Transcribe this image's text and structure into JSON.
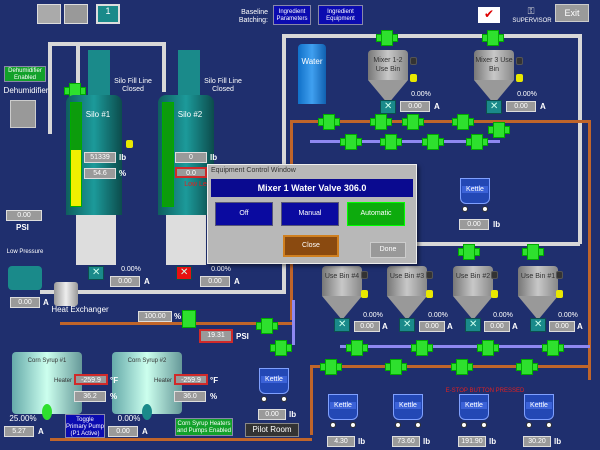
{
  "toolbar": {
    "icons": [
      "machine-icon",
      "plc-icon",
      "mixer-1-icon"
    ],
    "baseline_label": "Baseline Batching:",
    "ingredient_parameters": "Ingredient Parameters",
    "ingredient_equipment": "Ingredient Equipment",
    "supervisor": "SUPERVISOR",
    "exit": "Exit"
  },
  "dehumidifier": {
    "status": "Dehumidifier Enabled",
    "label": "Dehumidifier",
    "psi_value": "0.00",
    "psi_unit": "PSI",
    "low_pressure": "Low Pressure",
    "amps": "0.00",
    "amps_unit": "A"
  },
  "silos": [
    {
      "name": "Silo #1",
      "fill_status": "Silo Fill Line Closed",
      "weight": "51339",
      "weight_unit": "lb",
      "percent": "54.6",
      "percent_unit": "%",
      "level": 0.546,
      "motor_pct": "0.00%",
      "amps": "0.00",
      "amps_unit": "A"
    },
    {
      "name": "Silo #2",
      "fill_status": "Silo Fill Line Closed",
      "weight": "0",
      "weight_unit": "lb",
      "percent": "0.0",
      "percent_unit": "%",
      "level": 0.0,
      "alarm": "Low Level",
      "motor_pct": "0.00%",
      "amps": "0.00",
      "amps_unit": "A"
    }
  ],
  "heat_exchanger": {
    "label": "Heat Exchanger",
    "valve_pct": "100.00",
    "valve_unit": "%",
    "psi": "19.31",
    "psi_unit": "PSI"
  },
  "water": {
    "label": "Water"
  },
  "mixer_bins": [
    {
      "name": "Mixer 1-2 Use Bin",
      "pct": "0.00%",
      "amps": "0.00",
      "unit": "A"
    },
    {
      "name": "Mixer 3 Use Bin",
      "pct": "0.00%",
      "amps": "0.00",
      "unit": "A"
    }
  ],
  "use_bins": [
    {
      "name": "Use Bin #4",
      "pct": "0.00%",
      "amps": "0.00",
      "unit": "A"
    },
    {
      "name": "Use Bin #3",
      "pct": "0.00%",
      "amps": "0.00",
      "unit": "A"
    },
    {
      "name": "Use Bin #2",
      "pct": "0.00%",
      "amps": "0.00",
      "unit": "A"
    },
    {
      "name": "Use Bin #1",
      "pct": "0.00%",
      "amps": "0.00",
      "unit": "A"
    }
  ],
  "kettles": [
    {
      "label": "Kettle",
      "weight": "0.00",
      "unit": "lb"
    },
    {
      "label": "Kettle",
      "weight": "0.00",
      "unit": "lb"
    },
    {
      "label": "Kettle",
      "weight": "4.30",
      "unit": "lb"
    },
    {
      "label": "Kettle",
      "weight": "73.60",
      "unit": "lb"
    },
    {
      "label": "Kettle",
      "weight": "191.90",
      "unit": "lb"
    },
    {
      "label": "Kettle",
      "weight": "30.20",
      "unit": "lb"
    }
  ],
  "estop": "E-STOP BUTTON PRESSED",
  "corn_syrup": [
    {
      "name": "Corn Syrup #1",
      "heater": "Heater",
      "temp": "-259.9",
      "temp_unit": "°F",
      "pct": "36.2",
      "pct_unit": "%",
      "pump_pct": "25.00%",
      "amps": "5.27",
      "amps_unit": "A"
    },
    {
      "name": "Corn Syrup #2",
      "heater": "Heater",
      "temp": "-259.9",
      "temp_unit": "°F",
      "pct": "36.0",
      "pct_unit": "%",
      "pump_pct": "0.00%",
      "amps": "0.00",
      "amps_unit": "A"
    }
  ],
  "toggle_pump": "Toggle Primary Pump (P1 Active)",
  "heaters_status": "Corn Syrup Heaters and Pumps Enabled",
  "pilot_room": "Pilot Room",
  "dialog": {
    "title": "Equipment Control Window",
    "header": "Mixer 1 Water Valve 306.0",
    "off": "Off",
    "manual": "Manual",
    "automatic": "Automatic",
    "close": "Close",
    "done": "Done"
  }
}
